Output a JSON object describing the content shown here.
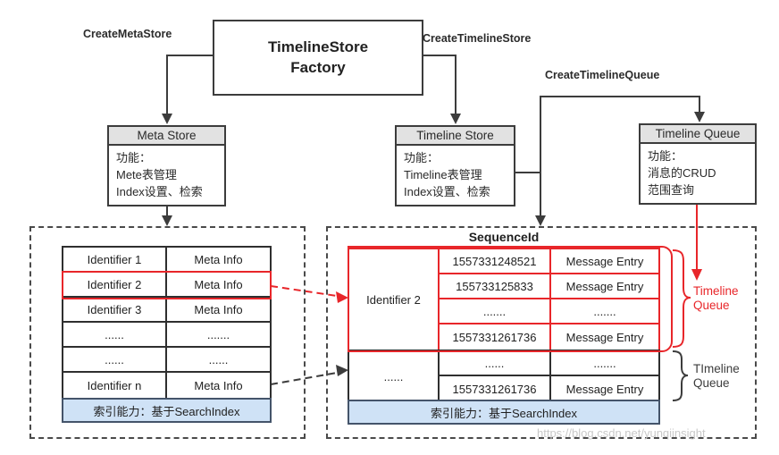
{
  "diagram": {
    "factory": {
      "line1": "TimelineStore",
      "line2": "Factory"
    },
    "edge_labels": {
      "create_meta_store": "CreateMetaStore",
      "create_timeline_store": "CreateTimelineStore",
      "create_timeline_queue": "CreateTimelineQueue"
    },
    "boxes": {
      "meta_store": {
        "title": "Meta Store",
        "lines": [
          "功能：",
          "Mete表管理",
          "Index设置、检索"
        ]
      },
      "timeline_store": {
        "title": "Timeline Store",
        "lines": [
          "功能：",
          "Timeline表管理",
          "Index设置、检索"
        ]
      },
      "timeline_queue": {
        "title": "Timeline Queue",
        "lines": [
          "功能：",
          "消息的CRUD",
          "范围查询"
        ]
      }
    },
    "meta_table": {
      "rows": [
        [
          "Identifier 1",
          "Meta Info"
        ],
        [
          "Identifier 2",
          "Meta Info"
        ],
        [
          "Identifier 3",
          "Meta Info"
        ],
        [
          "......",
          "......."
        ],
        [
          "......",
          "......"
        ],
        [
          "Identifier n",
          "Meta Info"
        ]
      ],
      "footer": "索引能力：基于SearchIndex"
    },
    "sequence_table": {
      "title": "SequenceId",
      "group1": {
        "identifier": "Identifier 2",
        "rows": [
          [
            "1557331248521",
            "Message Entry"
          ],
          [
            "155733125833",
            "Message Entry"
          ],
          [
            ".......",
            "......."
          ],
          [
            "1557331261736",
            "Message Entry"
          ]
        ]
      },
      "group2": {
        "identifier": "......",
        "rows": [
          [
            "......",
            "......."
          ],
          [
            "1557331261736",
            "Message Entry"
          ]
        ]
      },
      "footer": "索引能力：基于SearchIndex"
    },
    "annotations": {
      "queue_red": [
        "Timeline",
        "Queue"
      ],
      "queue_black": [
        "TImeline",
        "Queue"
      ]
    },
    "watermark": "https://blog.csdn.net/yunqiinsight",
    "colors": {
      "red": "#e8262a",
      "line": "#3c3c3c",
      "header_bg": "#e2e2e2",
      "footer_bg": "#cfe2f6",
      "footer_border": "#44546a"
    }
  }
}
